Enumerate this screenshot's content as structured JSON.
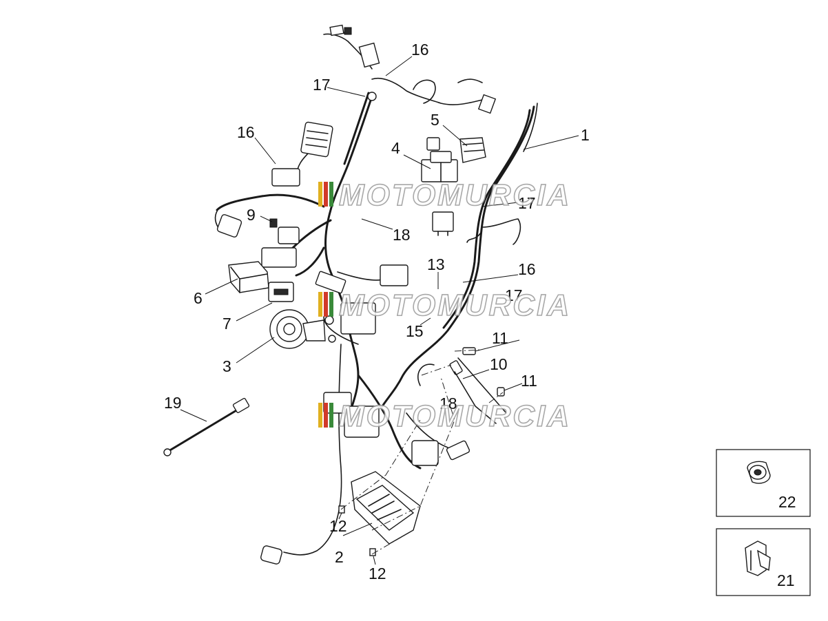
{
  "watermark": {
    "text": "MOTOMURCIA",
    "stripe_colors": [
      "#e0b020",
      "#d23a2a",
      "#3a8a3a",
      "#c0c0c0"
    ]
  },
  "callouts": [
    "1",
    "2",
    "3",
    "4",
    "5",
    "6",
    "7",
    "9",
    "10",
    "11",
    "11",
    "12",
    "12",
    "13",
    "15",
    "16",
    "16",
    "16",
    "17",
    "17",
    "17",
    "18",
    "19"
  ],
  "hidden_callouts": [
    "17",
    "18"
  ],
  "insets": [
    {
      "number": "22"
    },
    {
      "number": "21"
    }
  ]
}
